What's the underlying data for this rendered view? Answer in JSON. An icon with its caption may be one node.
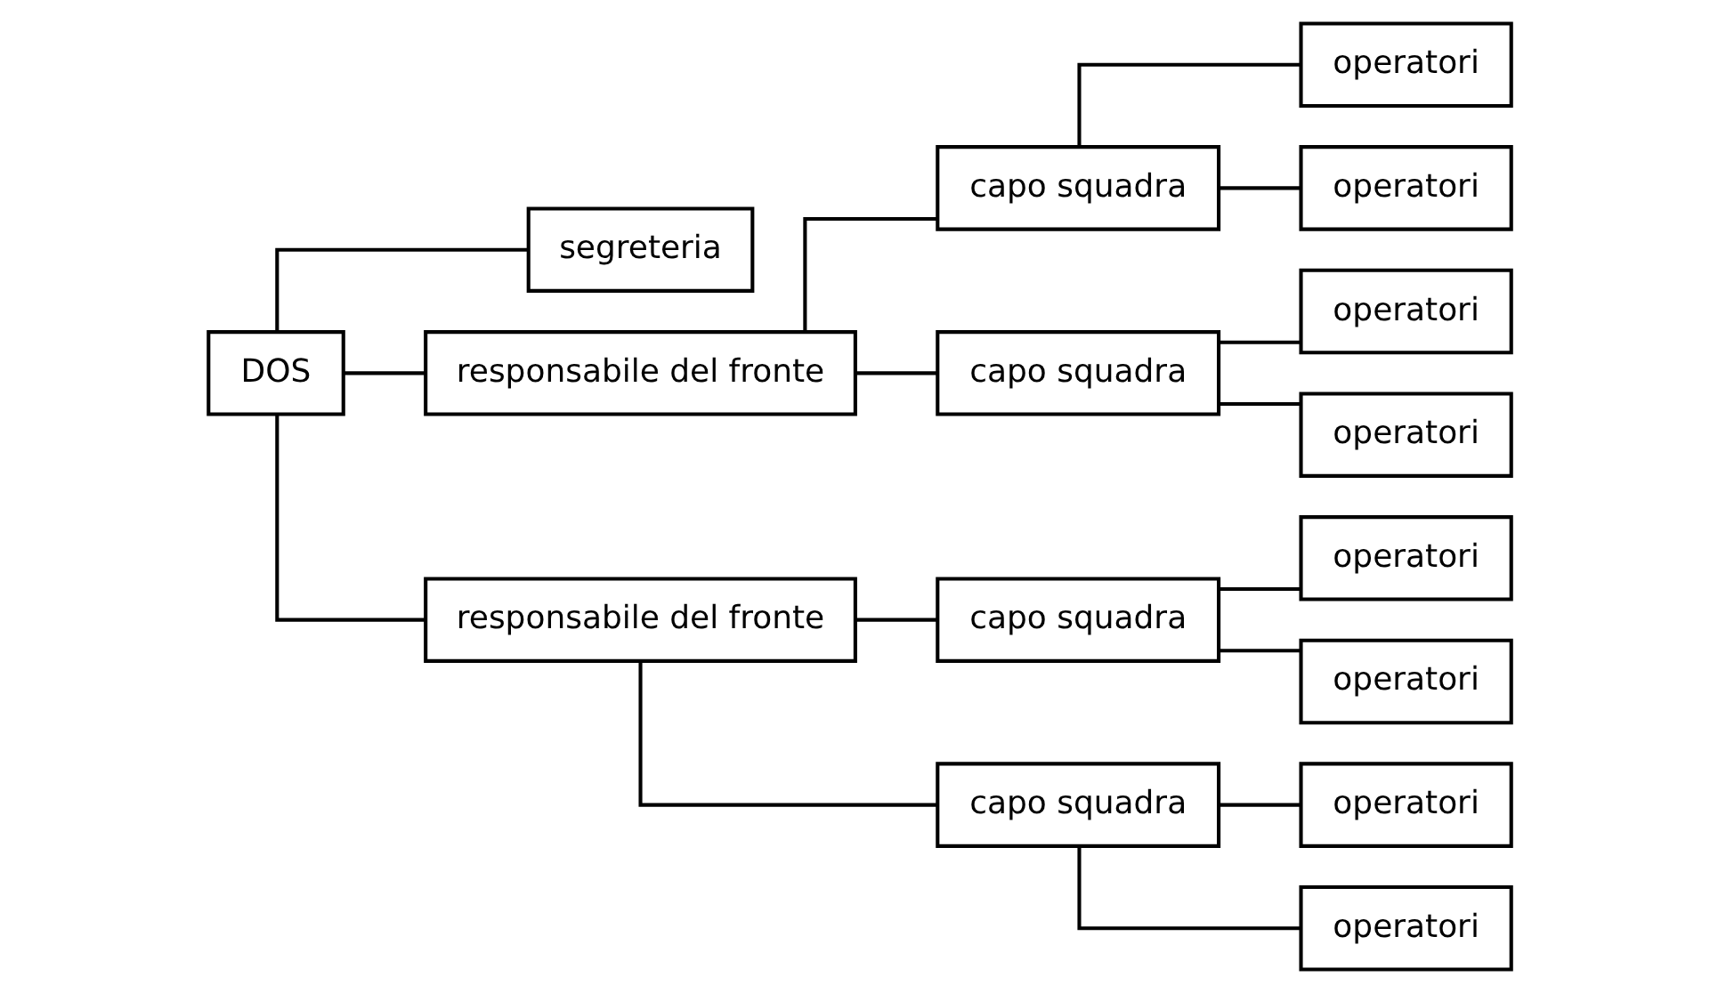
{
  "diagram": {
    "nodes": [
      {
        "text": [
          "DOS"
        ]
      },
      {
        "text": [
          "segreteria"
        ]
      },
      {
        "text": [
          "responsabile del fronte"
        ]
      },
      {
        "text": [
          "capo squadra"
        ]
      },
      {
        "text": [
          "operatori"
        ]
      },
      {
        "text": [
          "operatori"
        ]
      },
      {
        "text": [
          "capo squadra"
        ]
      },
      {
        "text": [
          "operatori"
        ]
      },
      {
        "text": [
          "operatori"
        ]
      },
      {
        "text": [
          "responsabile del fronte"
        ]
      },
      {
        "text": [
          "capo squadra"
        ]
      },
      {
        "text": [
          "operatori"
        ]
      },
      {
        "text": [
          "operatori"
        ]
      },
      {
        "text": [
          "capo squadra"
        ]
      },
      {
        "text": [
          "operatori"
        ]
      },
      {
        "text": [
          "operatori"
        ]
      }
    ],
    "edges": [
      {
        "from": 0,
        "to": 1,
        "arrow": "none"
      },
      {
        "from": 0,
        "to": 2,
        "arrow": "none"
      },
      {
        "from": 0,
        "to": 9,
        "arrow": "none"
      },
      {
        "from": 2,
        "to": 3,
        "arrow": "none"
      },
      {
        "from": 2,
        "to": 6,
        "arrow": "none"
      },
      {
        "from": 3,
        "to": 4,
        "arrow": "none"
      },
      {
        "from": 3,
        "to": 5,
        "arrow": "none"
      },
      {
        "from": 6,
        "to": 7,
        "arrow": "none"
      },
      {
        "from": 6,
        "to": 8,
        "arrow": "none"
      },
      {
        "from": 9,
        "to": 10,
        "arrow": "none"
      },
      {
        "from": 9,
        "to": 13,
        "arrow": "none"
      },
      {
        "from": 10,
        "to": 11,
        "arrow": "none"
      },
      {
        "from": 10,
        "to": 12,
        "arrow": "none"
      },
      {
        "from": 13,
        "to": 14,
        "arrow": "none"
      },
      {
        "from": 13,
        "to": 15,
        "arrow": "none"
      }
    ]
  }
}
